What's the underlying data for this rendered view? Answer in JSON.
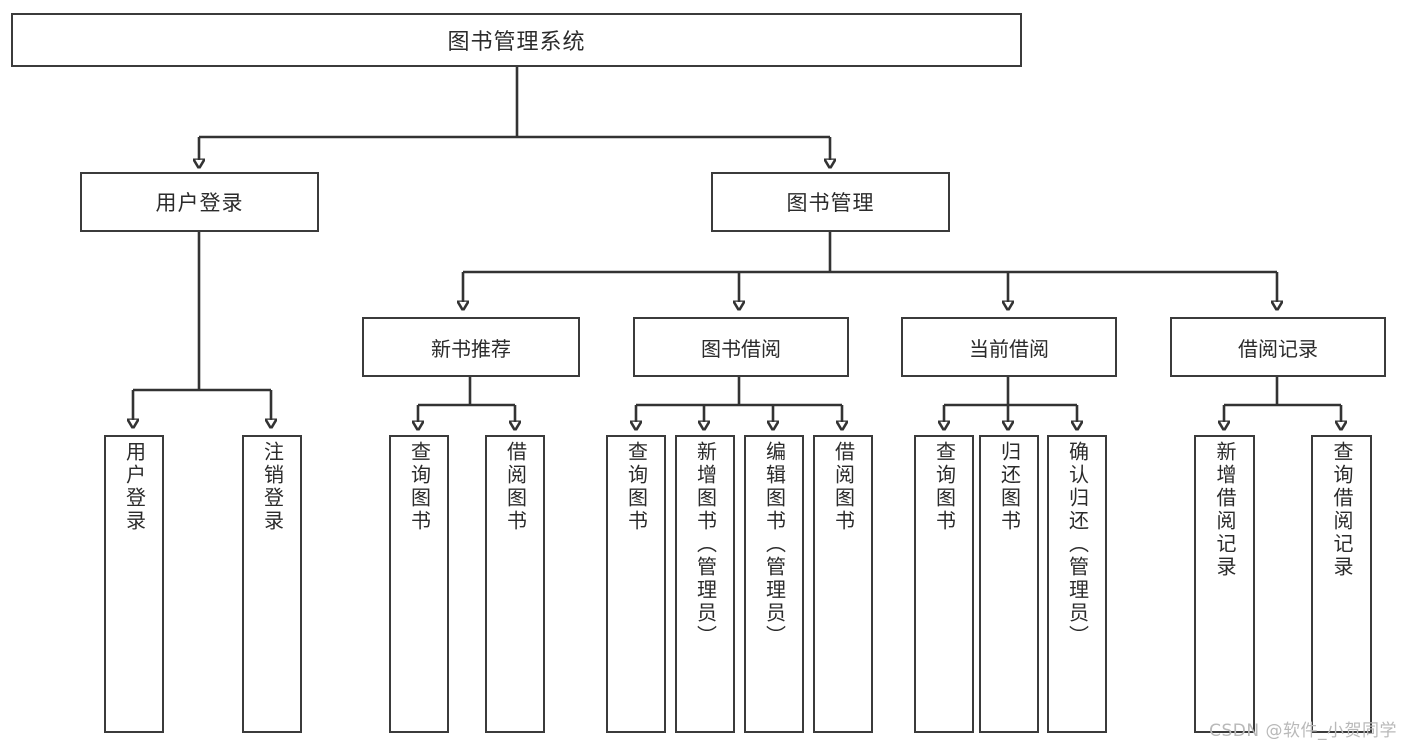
{
  "diagram": {
    "title": "图书管理系统",
    "type": "tree",
    "watermark": "CSDN @软件_小贺同学",
    "root": {
      "label": "图书管理系统"
    },
    "level2": [
      {
        "label": "用户登录"
      },
      {
        "label": "图书管理"
      }
    ],
    "level3": [
      {
        "label": "新书推荐"
      },
      {
        "label": "图书借阅"
      },
      {
        "label": "当前借阅"
      },
      {
        "label": "借阅记录"
      }
    ],
    "leaves": {
      "user_login": [
        {
          "label": "用户登录"
        },
        {
          "label": "注销登录"
        }
      ],
      "new_book_recommend": [
        {
          "label": "查询图书"
        },
        {
          "label": "借阅图书"
        }
      ],
      "book_borrow": [
        {
          "label": "查询图书"
        },
        {
          "label": "新增图书（管理员）"
        },
        {
          "label": "编辑图书（管理员）"
        },
        {
          "label": "借阅图书"
        }
      ],
      "current_borrow": [
        {
          "label": "查询图书"
        },
        {
          "label": "归还图书"
        },
        {
          "label": "确认归还（管理员）"
        }
      ],
      "borrow_record": [
        {
          "label": "新增借阅记录"
        },
        {
          "label": "查询借阅记录"
        }
      ]
    },
    "colors": {
      "stroke": "#333333",
      "box_border": "#3b3b3b",
      "text": "#2b2b2b",
      "background": "#ffffff",
      "watermark": "#b9b9b9"
    }
  }
}
